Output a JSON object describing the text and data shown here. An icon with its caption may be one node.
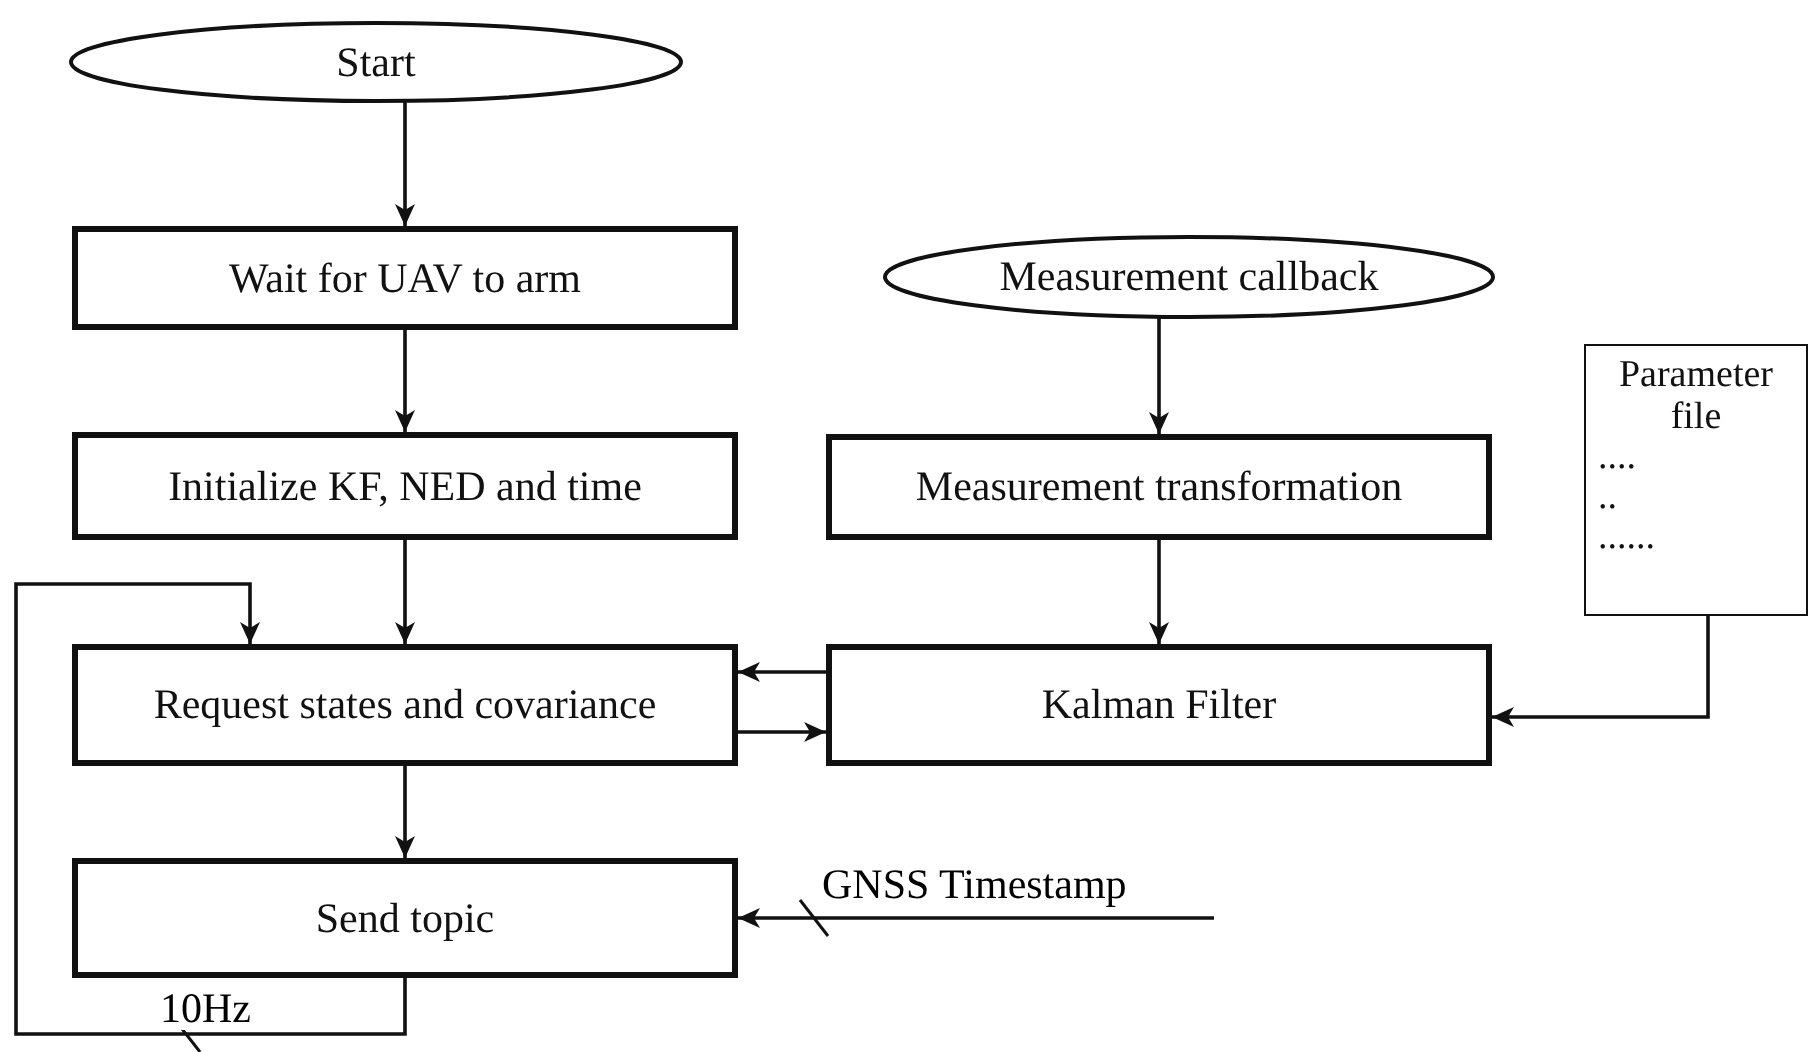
{
  "diagram": {
    "nodes": [
      {
        "text": [
          "Start"
        ]
      },
      {
        "text": [
          "Wait for UAV to arm"
        ]
      },
      {
        "text": [
          "Initialize KF, NED and time"
        ]
      },
      {
        "text": [
          "Request states and covariance"
        ]
      },
      {
        "text": [
          "Send topic"
        ]
      },
      {
        "text": [
          "Measurement callback"
        ]
      },
      {
        "text": [
          "Measurement transformation"
        ]
      },
      {
        "text": [
          "Kalman Filter"
        ]
      },
      {
        "text": [
          "Parameter file",
          "....",
          "..",
          "......"
        ]
      }
    ],
    "edges": [
      {
        "from": 0,
        "to": 1,
        "arrow": "to"
      },
      {
        "from": 1,
        "to": 2,
        "arrow": "to"
      },
      {
        "from": 2,
        "to": 3,
        "arrow": "to"
      },
      {
        "from": 3,
        "to": 4,
        "arrow": "to"
      },
      {
        "from": 4,
        "to": 3,
        "arrow": "to",
        "label": "10Hz"
      },
      {
        "from": 7,
        "to": 3,
        "arrow": "to"
      },
      {
        "from": 3,
        "to": 7,
        "arrow": "to"
      },
      {
        "from": 5,
        "to": 6,
        "arrow": "to"
      },
      {
        "from": 6,
        "to": 7,
        "arrow": "to"
      },
      {
        "from": 8,
        "to": 7,
        "arrow": "to"
      },
      {
        "from": null,
        "to": 4,
        "arrow": "to",
        "label": "GNSS Timestamp"
      }
    ]
  }
}
